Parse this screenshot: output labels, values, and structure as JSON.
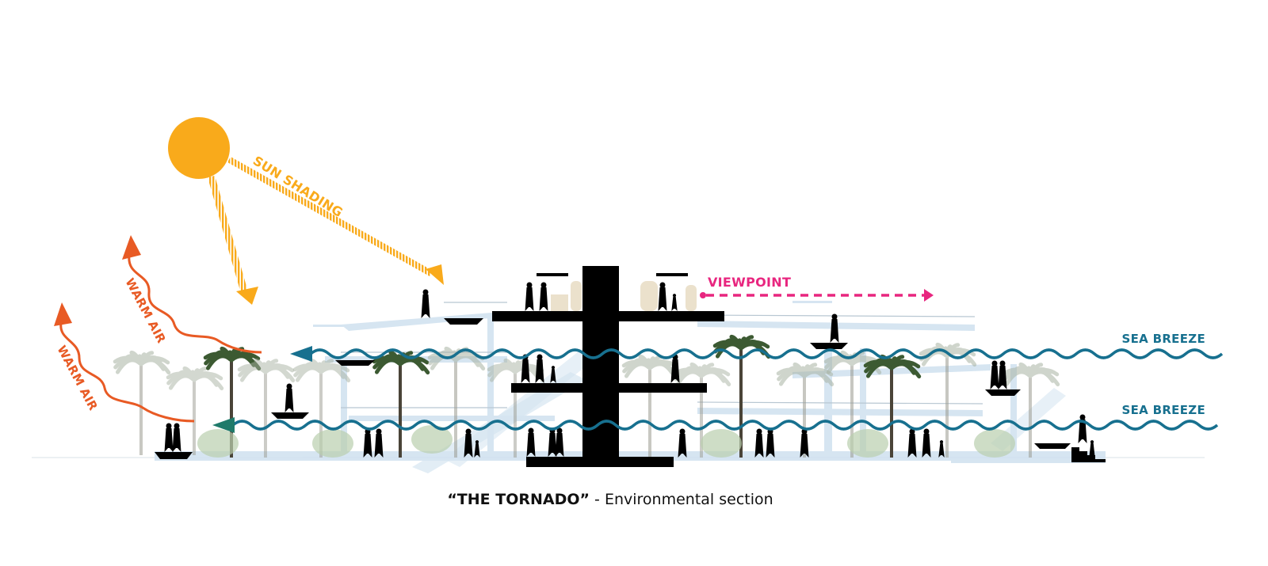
{
  "title": "“THE TORNADO” - Environmental section",
  "caption": {
    "bold": "“THE TORNADO”",
    "rest": " - Environmental section"
  },
  "labels": {
    "sun_shading": "SUN SHADING",
    "warm_air_upper": "WARM AIR",
    "warm_air_lower": "WARM AIR",
    "viewpoint": "VIEWPOINT",
    "sea_breeze_upper": "SEA BREEZE",
    "sea_breeze_lower": "SEA BREEZE"
  },
  "colors": {
    "sun": "#f9aa1b",
    "warm_air": "#e85a24",
    "viewpoint": "#e8267f",
    "sea_breeze": "#17708f",
    "structure": "#000000",
    "ramps": "#c8dced",
    "palm_dark": "#3c5a32",
    "palm_light": "#a8b3a3"
  }
}
